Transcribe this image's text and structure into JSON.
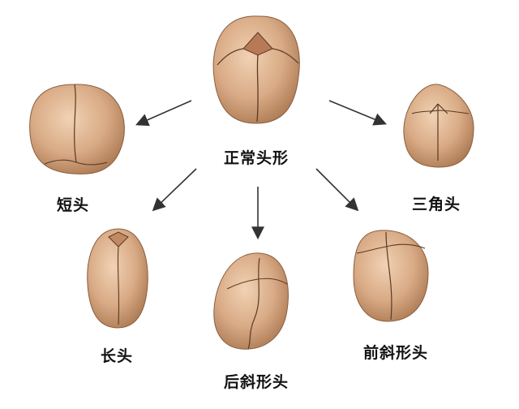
{
  "center": {
    "label": "正常头形"
  },
  "shapes": [
    {
      "id": "short",
      "label": "短头"
    },
    {
      "id": "triangle",
      "label": "三角头"
    },
    {
      "id": "long",
      "label": "长头"
    },
    {
      "id": "posterior-plagio",
      "label": "后斜形头"
    },
    {
      "id": "anterior-plagio",
      "label": "前斜形头"
    }
  ],
  "colors": {
    "skull": "#d9ab86",
    "skull_dark": "#b78562",
    "suture": "#5a3a24",
    "arrow": "#333333"
  }
}
